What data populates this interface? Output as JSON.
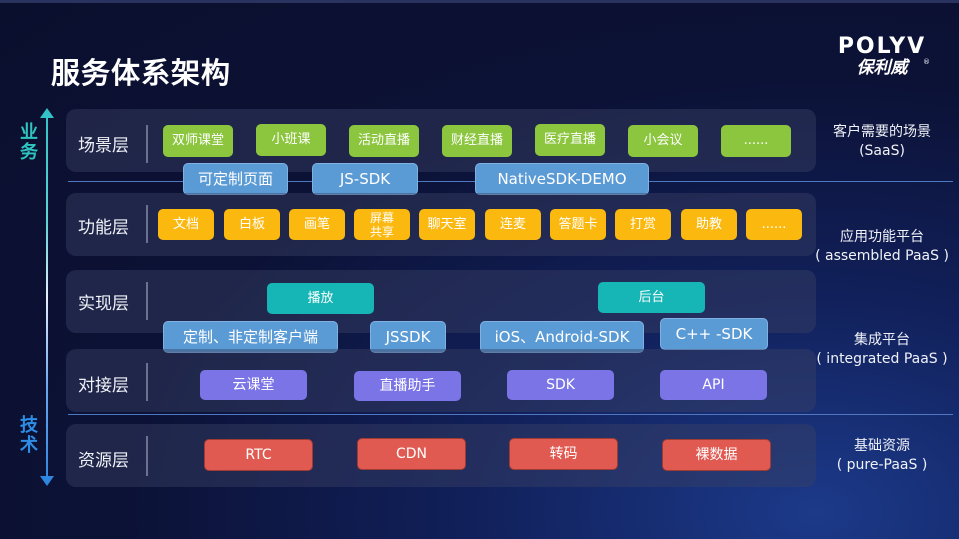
{
  "title": "服务体系架构",
  "logo": {
    "en": "POLYV",
    "cn": "保利威",
    "reg": "®"
  },
  "axis": {
    "top_label": "业务",
    "bottom_label": "技术",
    "top_color": "#2ec5c0",
    "bottom_color": "#2e8ee6"
  },
  "layers": [
    {
      "name": "场景层",
      "items": [
        "双师课堂",
        "小班课",
        "活动直播",
        "财经直播",
        "医疗直播",
        "小会议",
        "......"
      ],
      "color": "#8cc63f"
    },
    {
      "name": "功能层",
      "items": [
        "文档",
        "白板",
        "画笔",
        "屏幕\n共享",
        "聊天室",
        "连麦",
        "答题卡",
        "打赏",
        "助教",
        "......"
      ],
      "color": "#fbb910"
    },
    {
      "name": "实现层",
      "items": [
        "播放",
        "后台"
      ],
      "color": "#16b6b6"
    },
    {
      "name": "对接层",
      "items": [
        "云课堂",
        "直播助手",
        "SDK",
        "API"
      ],
      "color": "#7b74e6"
    },
    {
      "name": "资源层",
      "items": [
        "RTC",
        "CDN",
        "转码",
        "裸数据"
      ],
      "color": "#e05a51"
    }
  ],
  "bridges": {
    "scene_function": [
      "可定制页面",
      "JS-SDK",
      "NativeSDK-DEMO"
    ],
    "impl_docking": [
      "定制、非定制客户端",
      "JSSDK",
      "iOS、Android-SDK",
      "C++ -SDK"
    ],
    "color": "#5b9bd5"
  },
  "side_labels": [
    {
      "line1": "客户需要的场景",
      "line2": "(SaaS)"
    },
    {
      "line1": "应用功能平台",
      "line2": "( assembled PaaS )"
    },
    {
      "line1": "集成平台",
      "line2": "( integrated PaaS )"
    },
    {
      "line1": "基础资源",
      "line2": "( pure-PaaS )"
    }
  ]
}
